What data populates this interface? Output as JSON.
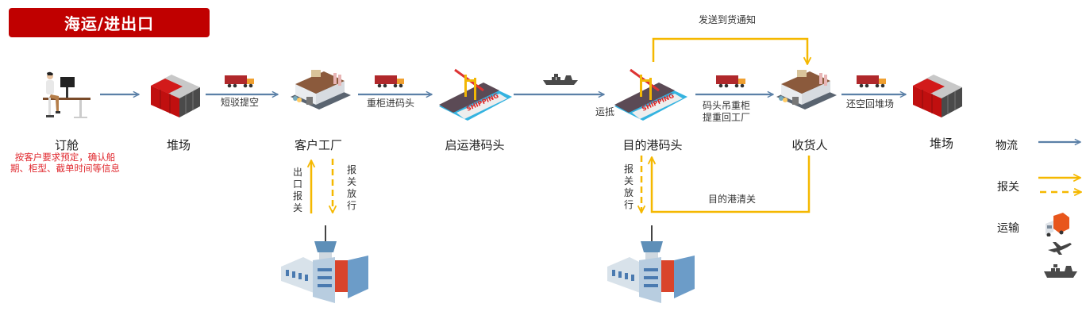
{
  "title": "海运/进出口",
  "colors": {
    "title_bg": "#c00000",
    "logistics_arrow": "#5b80a7",
    "customs_arrow": "#f5b800",
    "note_red": "#e0282e"
  },
  "nodes": [
    {
      "id": "booking",
      "label": "订舱",
      "icon": "person-at-desk-icon",
      "note": "按客户要求预定，确认船期、柜型、截单时间等信息"
    },
    {
      "id": "yard1",
      "label": "堆场",
      "icon": "container-stack-icon"
    },
    {
      "id": "factory",
      "label": "客户工厂",
      "icon": "factory-icon"
    },
    {
      "id": "origin_port",
      "label": "启运港码头",
      "icon": "port-crane-ship-icon"
    },
    {
      "id": "dest_port",
      "label": "目的港码头",
      "icon": "port-crane-ship-icon"
    },
    {
      "id": "consignee",
      "label": "收货人",
      "icon": "factory-icon"
    },
    {
      "id": "yard2",
      "label": "堆场",
      "icon": "container-stack-icon"
    }
  ],
  "edges": {
    "booking_to_yard": "",
    "yard_to_factory": "短驳提空",
    "factory_to_port": "重柜进码头",
    "sea_transit": "",
    "arrival": "运抵",
    "port_to_consignee_line1": "码头吊重柜",
    "port_to_consignee_line2": "提重回工厂",
    "consignee_to_yard": "还空回堆场",
    "arrival_notice": "发送到货通知",
    "export_declaration": "出口报关",
    "export_release": "报关放行",
    "import_release": "报关放行",
    "dest_clearance": "目的港清关"
  },
  "customs_offices": [
    {
      "id": "customs-origin",
      "icon": "customs-building-icon"
    },
    {
      "id": "customs-dest",
      "icon": "customs-building-icon"
    }
  ],
  "legend": {
    "logistics": "物流",
    "customs": "报关",
    "transport": "运输",
    "transport_icons": [
      "truck-icon",
      "airplane-icon",
      "cargo-ship-icon"
    ]
  }
}
